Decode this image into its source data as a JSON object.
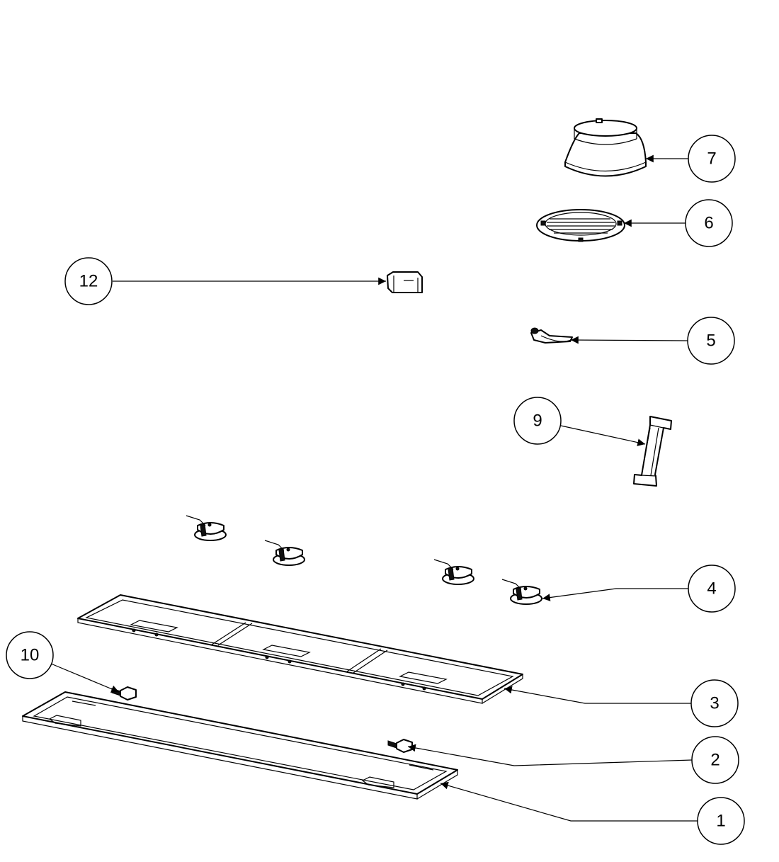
{
  "callouts": [
    {
      "id": "1",
      "label": "1"
    },
    {
      "id": "2",
      "label": "2"
    },
    {
      "id": "3",
      "label": "3"
    },
    {
      "id": "4",
      "label": "4"
    },
    {
      "id": "5",
      "label": "5"
    },
    {
      "id": "6",
      "label": "6"
    },
    {
      "id": "7",
      "label": "7"
    },
    {
      "id": "9",
      "label": "9"
    },
    {
      "id": "10",
      "label": "10"
    },
    {
      "id": "12",
      "label": "12"
    }
  ],
  "colors": {
    "line": "#000000",
    "background": "#ffffff"
  }
}
